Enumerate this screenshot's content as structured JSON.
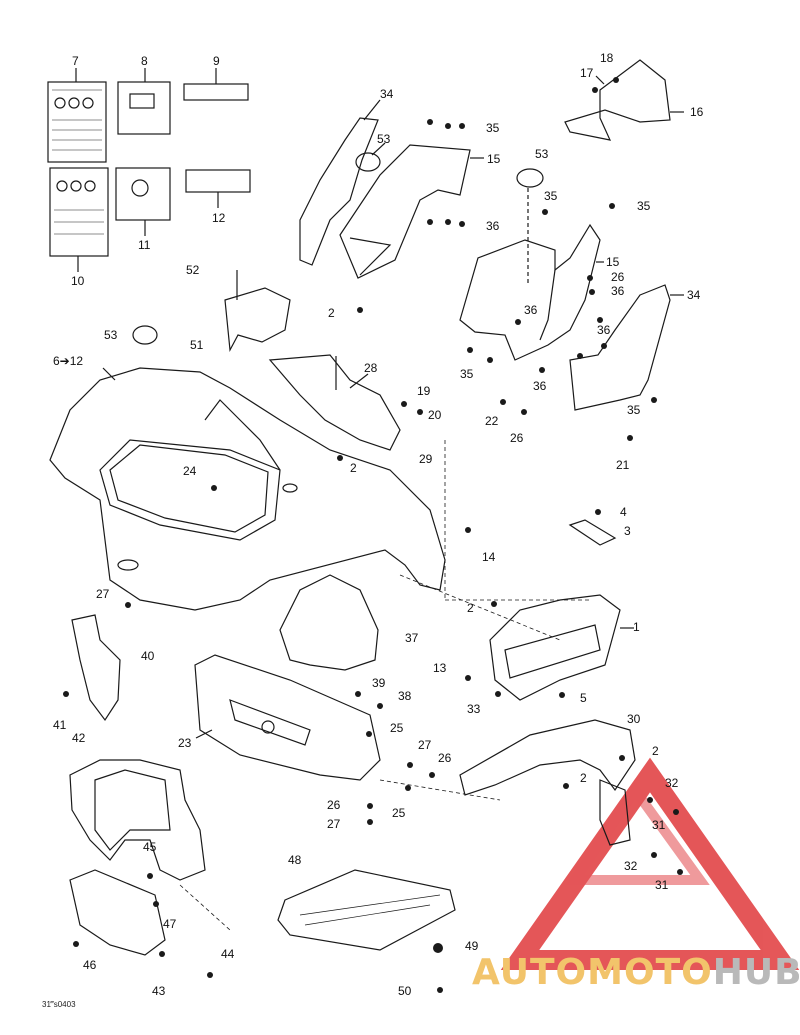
{
  "callouts": [
    {
      "id": "7",
      "text": "7"
    },
    {
      "id": "8",
      "text": "8"
    },
    {
      "id": "9",
      "text": "9"
    },
    {
      "id": "10",
      "text": "10"
    },
    {
      "id": "11",
      "text": "11"
    },
    {
      "id": "12a",
      "text": "12"
    },
    {
      "id": "17",
      "text": "17"
    },
    {
      "id": "18",
      "text": "18"
    },
    {
      "id": "16",
      "text": "16"
    },
    {
      "id": "34a",
      "text": "34"
    },
    {
      "id": "35a",
      "text": "35"
    },
    {
      "id": "53a",
      "text": "53"
    },
    {
      "id": "15a",
      "text": "15"
    },
    {
      "id": "36a",
      "text": "36"
    },
    {
      "id": "53b",
      "text": "53"
    },
    {
      "id": "35b",
      "text": "35"
    },
    {
      "id": "35c",
      "text": "35"
    },
    {
      "id": "15b",
      "text": "15"
    },
    {
      "id": "26a",
      "text": "26"
    },
    {
      "id": "36b",
      "text": "36"
    },
    {
      "id": "34b",
      "text": "34"
    },
    {
      "id": "52",
      "text": "52"
    },
    {
      "id": "51",
      "text": "51"
    },
    {
      "id": "2a",
      "text": "2"
    },
    {
      "id": "36c",
      "text": "36"
    },
    {
      "id": "36d",
      "text": "36"
    },
    {
      "id": "53c",
      "text": "53"
    },
    {
      "id": "6to12",
      "text": "6➔12"
    },
    {
      "id": "28",
      "text": "28"
    },
    {
      "id": "35d",
      "text": "35"
    },
    {
      "id": "36e",
      "text": "36"
    },
    {
      "id": "35e",
      "text": "35"
    },
    {
      "id": "19",
      "text": "19"
    },
    {
      "id": "20",
      "text": "20"
    },
    {
      "id": "22",
      "text": "22"
    },
    {
      "id": "26b",
      "text": "26"
    },
    {
      "id": "2b",
      "text": "2"
    },
    {
      "id": "29",
      "text": "29"
    },
    {
      "id": "21",
      "text": "21"
    },
    {
      "id": "24",
      "text": "24"
    },
    {
      "id": "4",
      "text": "4"
    },
    {
      "id": "3",
      "text": "3"
    },
    {
      "id": "14",
      "text": "14"
    },
    {
      "id": "27a",
      "text": "27"
    },
    {
      "id": "2c",
      "text": "2"
    },
    {
      "id": "1",
      "text": "1"
    },
    {
      "id": "37",
      "text": "37"
    },
    {
      "id": "40",
      "text": "40"
    },
    {
      "id": "13",
      "text": "13"
    },
    {
      "id": "39",
      "text": "39"
    },
    {
      "id": "38",
      "text": "38"
    },
    {
      "id": "33",
      "text": "33"
    },
    {
      "id": "5",
      "text": "5"
    },
    {
      "id": "41",
      "text": "41"
    },
    {
      "id": "42",
      "text": "42"
    },
    {
      "id": "25a",
      "text": "25"
    },
    {
      "id": "30",
      "text": "30"
    },
    {
      "id": "23",
      "text": "23"
    },
    {
      "id": "27b",
      "text": "27"
    },
    {
      "id": "26c",
      "text": "26"
    },
    {
      "id": "2d",
      "text": "2"
    },
    {
      "id": "2e",
      "text": "2"
    },
    {
      "id": "32a",
      "text": "32"
    },
    {
      "id": "26d",
      "text": "26"
    },
    {
      "id": "25b",
      "text": "25"
    },
    {
      "id": "31a",
      "text": "31"
    },
    {
      "id": "27c",
      "text": "27"
    },
    {
      "id": "45",
      "text": "45"
    },
    {
      "id": "32b",
      "text": "32"
    },
    {
      "id": "48",
      "text": "48"
    },
    {
      "id": "31b",
      "text": "31"
    },
    {
      "id": "47",
      "text": "47"
    },
    {
      "id": "49",
      "text": "49"
    },
    {
      "id": "46",
      "text": "46"
    },
    {
      "id": "44",
      "text": "44"
    },
    {
      "id": "43",
      "text": "43"
    },
    {
      "id": "50",
      "text": "50"
    }
  ],
  "drawing_code": "31‴s0403",
  "watermark": {
    "part1": "AUTOMOTO",
    "part2": "HUB"
  },
  "colors": {
    "line": "#1a1a1a",
    "watermark_red": "#e0393c",
    "watermark_yellow": "#f2c46b",
    "watermark_grey": "#b9b9b9"
  }
}
